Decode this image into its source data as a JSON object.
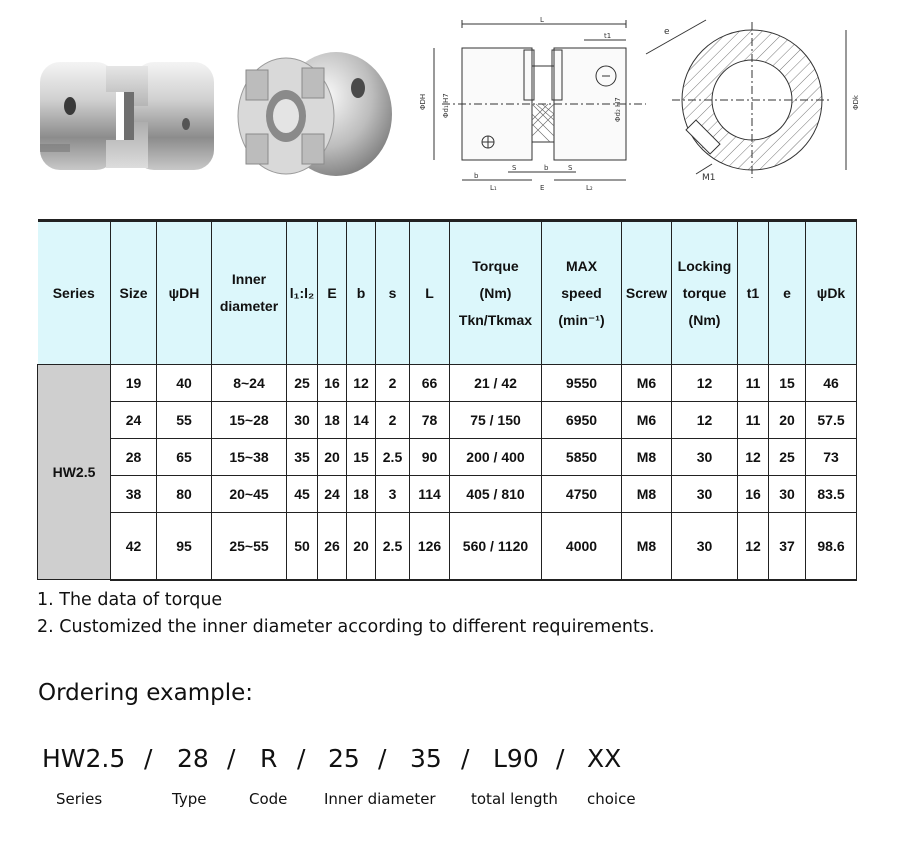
{
  "table": {
    "headers": {
      "series": "Series",
      "size": "Size",
      "dh": "ψDH",
      "inner_1": "Inner",
      "inner_2": "diameter",
      "l1l2": "l₁:l₂",
      "e_col": "E",
      "b": "b",
      "s": "s",
      "l": "L",
      "torque_1": "Torque",
      "torque_2": "(Nm)",
      "torque_3": "Tkn/Tkmax",
      "speed_1": "MAX",
      "speed_2": "speed",
      "speed_3": "(min⁻¹)",
      "screw": "Screw",
      "lock_1": "Locking",
      "lock_2": "torque",
      "lock_3": "(Nm)",
      "t1": "t1",
      "e_small": "e",
      "dk": "ψDk"
    },
    "series_name": "HW2.5",
    "rows": [
      [
        "19",
        "40",
        "8~24",
        "25",
        "16",
        "12",
        "2",
        "66",
        "21 / 42",
        "9550",
        "M6",
        "12",
        "11",
        "15",
        "46"
      ],
      [
        "24",
        "55",
        "15~28",
        "30",
        "18",
        "14",
        "2",
        "78",
        "75 / 150",
        "6950",
        "M6",
        "12",
        "11",
        "20",
        "57.5"
      ],
      [
        "28",
        "65",
        "15~38",
        "35",
        "20",
        "15",
        "2.5",
        "90",
        "200 / 400",
        "5850",
        "M8",
        "30",
        "12",
        "25",
        "73"
      ],
      [
        "38",
        "80",
        "20~45",
        "45",
        "24",
        "18",
        "3",
        "114",
        "405 / 810",
        "4750",
        "M8",
        "30",
        "16",
        "30",
        "83.5"
      ],
      [
        "42",
        "95",
        "25~55",
        "50",
        "26",
        "20",
        "2.5",
        "126",
        "560 / 1120",
        "4000",
        "M8",
        "30",
        "12",
        "37",
        "98.6"
      ]
    ]
  },
  "notes": [
    "1.  The data of torque",
    "2.  Customized the inner diameter according to different requirements."
  ],
  "ordering": {
    "title": "Ordering example:",
    "codes": [
      "HW2.5",
      "/",
      "28",
      "/",
      "R",
      "/",
      "25",
      "/",
      "35",
      "/",
      "L90",
      "/",
      "XX"
    ],
    "labels": [
      "Series",
      "Type",
      "Code",
      "Inner diameter",
      "total length",
      "choice"
    ]
  },
  "drawing": {
    "label_l": "L",
    "label_t1": "t1",
    "label_e": "e",
    "label_dh": "ΦDH",
    "label_d1": "Φd₁ H7",
    "label_d2": "Φd₂ H7",
    "label_b": "b",
    "label_s": "S",
    "label_s2": "S",
    "label_l1": "L₁",
    "label_E": "E",
    "label_l2": "L₂",
    "label_m1": "M1",
    "label_dk": "ΦDk"
  },
  "colors": {
    "header_bg": "#dcf7fb",
    "series_bg": "#cfcfcf"
  }
}
